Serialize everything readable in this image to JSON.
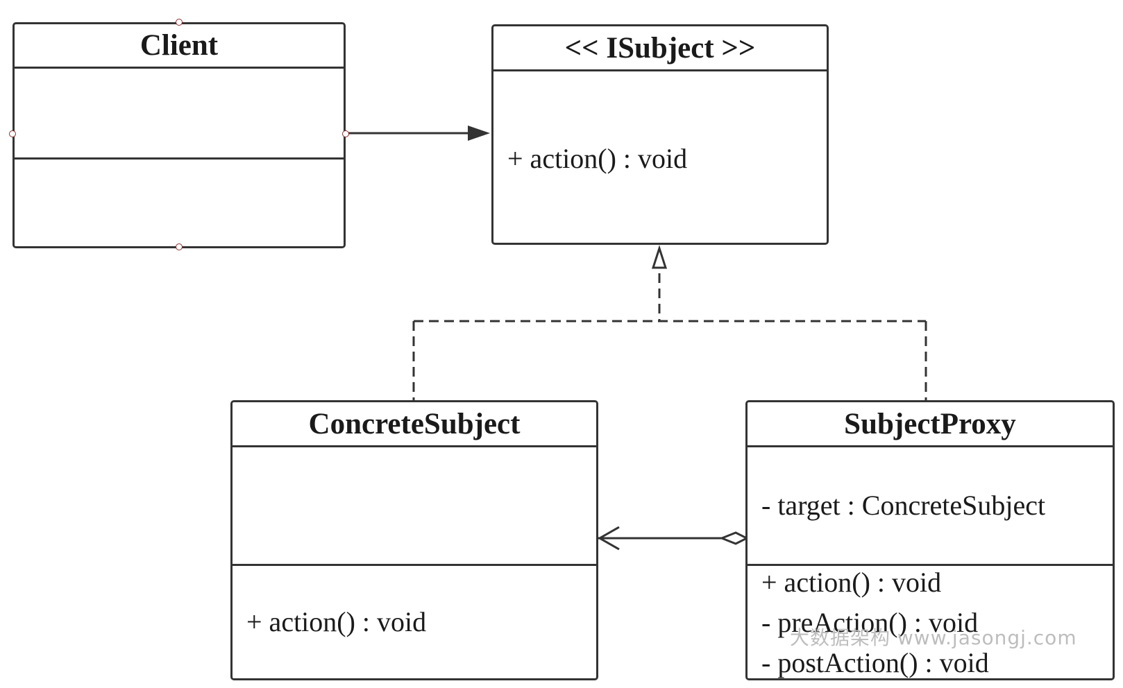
{
  "diagram": {
    "classes": {
      "client": {
        "name": "Client"
      },
      "isubject": {
        "name": "<< ISubject >>",
        "methods": [
          "+ action() : void"
        ]
      },
      "concrete_subject": {
        "name": "ConcreteSubject",
        "methods": [
          "+ action() : void"
        ]
      },
      "subject_proxy": {
        "name": "SubjectProxy",
        "attributes": [
          "- target : ConcreteSubject"
        ],
        "methods": [
          "+ action() : void",
          "- preAction() : void",
          "- postAction() : void"
        ]
      }
    },
    "relations": [
      {
        "from": "Client",
        "to": "ISubject",
        "kind": "association"
      },
      {
        "from": "ConcreteSubject",
        "to": "ISubject",
        "kind": "realization"
      },
      {
        "from": "SubjectProxy",
        "to": "ISubject",
        "kind": "realization"
      },
      {
        "from": "SubjectProxy",
        "to": "ConcreteSubject",
        "kind": "aggregation"
      }
    ]
  },
  "watermark": "大数据架构 www.jasongj.com",
  "colors": {
    "line": "#333333",
    "handle": "#8b2a2a",
    "watermark": "#bdbdbd",
    "background": "#ffffff"
  }
}
